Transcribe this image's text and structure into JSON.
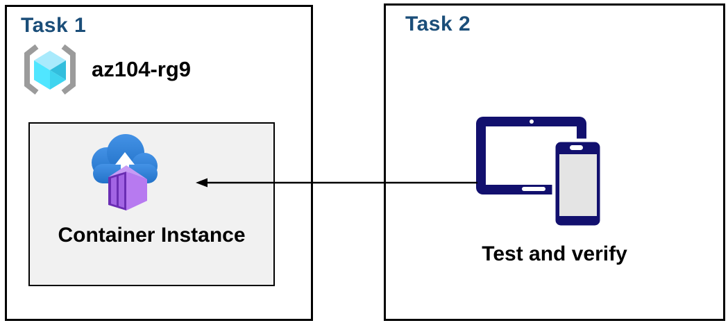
{
  "task1": {
    "title": "Task 1",
    "resource_group_label": "az104-rg9",
    "container_label": "Container Instance"
  },
  "task2": {
    "title": "Task 2",
    "devices_label": "Test and verify"
  },
  "icons": {
    "resource_group": "resource-group-brackets-cube-icon",
    "container_instance": "cloud-upload-container-icon",
    "devices": "tablet-and-phone-icon",
    "connector": "left-arrow"
  },
  "colors": {
    "title-navy": "#1b4e79",
    "device-navy": "#12106e",
    "cloud-blue-top": "#4492e6",
    "cloud-blue-bottom": "#2272c8",
    "container-purple-front": "#6a2db3",
    "container-purple-door": "#a264e4",
    "container-purple-side": "#b77af0",
    "container-purple-top": "#c79bf5",
    "cube-top": "#a9eafc",
    "cube-left": "#50e6ff",
    "cube-right-dark": "#32bedd",
    "cube-right-light": "#3fd4ef",
    "bracket-gray": "#9b9b9b",
    "card-bg": "#f1f1f1",
    "phone-screen": "#e4e4e4",
    "arrow-black": "#000000"
  }
}
